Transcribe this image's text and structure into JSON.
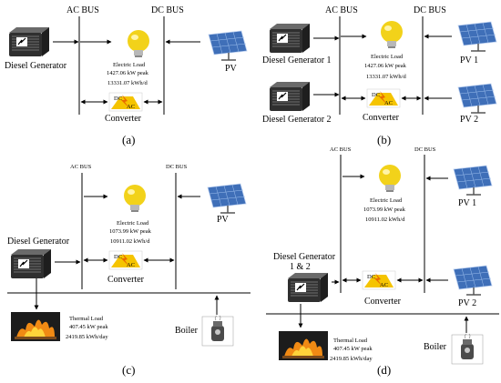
{
  "panels": {
    "a": {
      "caption": "(a)",
      "ac_bus": "AC BUS",
      "dc_bus": "DC BUS",
      "generator": "Diesel Generator",
      "pv": "PV",
      "load_title": "Electric Load",
      "load_peak": "1427.06 kW peak",
      "load_daily": "13331.07 kWh/d",
      "converter": "Converter"
    },
    "b": {
      "caption": "(b)",
      "ac_bus": "AC BUS",
      "dc_bus": "DC BUS",
      "generator1": "Diesel Generator 1",
      "generator2": "Diesel Generator 2",
      "pv1": "PV 1",
      "pv2": "PV 2",
      "load_title": "Electric Load",
      "load_peak": "1427.06 kW peak",
      "load_daily": "13331.07 kWh/d",
      "converter": "Converter"
    },
    "c": {
      "caption": "(c)",
      "ac_bus": "AC BUS",
      "dc_bus": "DC BUS",
      "generator": "Diesel Generator",
      "pv": "PV",
      "load_title": "Electric Load",
      "load_peak": "1073.99 kW peak",
      "load_daily": "10911.02 kWh/d",
      "converter": "Converter",
      "thermal_title": "Thermal Load",
      "thermal_peak": "407.45 kW peak",
      "thermal_daily": "2419.85 kWh/day",
      "boiler": "Boiler"
    },
    "d": {
      "caption": "(d)",
      "ac_bus": "AC BUS",
      "dc_bus": "DC BUS",
      "generator_line1": "Diesel Generator",
      "generator_line2": "1 & 2",
      "pv1": "PV 1",
      "pv2": "PV 2",
      "load_title": "Electric Load",
      "load_peak": "1073.99 kW peak",
      "load_daily": "10911.02 kWh/d",
      "converter": "Converter",
      "thermal_title": "Thermal Load",
      "thermal_peak": "407.45 kW peak",
      "thermal_daily": "2419.85 kWh/day",
      "boiler": "Boiler"
    }
  },
  "converter_marks": {
    "dc": "DC",
    "ac": "AC"
  },
  "colors": {
    "bulb": "#f2d21a",
    "converter": "#f5c400",
    "fire": "#f08a14",
    "panel": "#3f6fb8",
    "generator": "#3a3a3a"
  }
}
